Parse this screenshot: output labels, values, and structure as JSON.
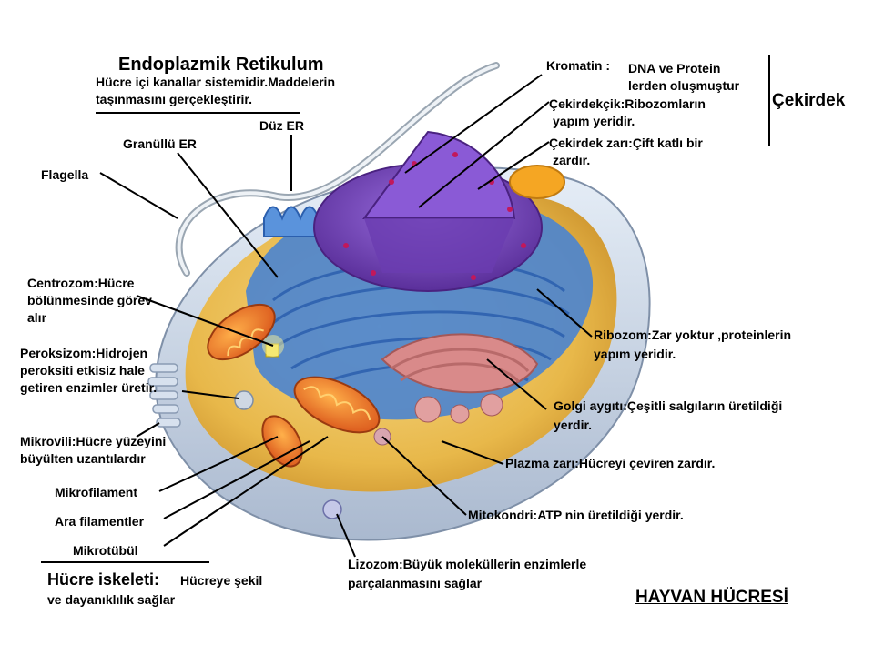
{
  "labels": {
    "er_title": "Endoplazmik Retikulum",
    "er_desc_1": "Hücre içi kanallar sistemidir.Maddelerin",
    "er_desc_2": "taşınmasını gerçekleştirir.",
    "duz_er": "Düz ER",
    "granullu_er": "Granüllü ER",
    "flagella": "Flagella",
    "centrozom_1": "Centrozom:Hücre",
    "centrozom_2": "bölünmesinde görev",
    "centrozom_3": "alır",
    "peroksizom_1": "Peroksizom:Hidrojen",
    "peroksizom_2": "peroksiti etkisiz hale",
    "peroksizom_3": "getiren enzimler üretir.",
    "mikrovili_1": "Mikrovili:Hücre yüzeyini",
    "mikrovili_2": "büyülten uzantılardır",
    "mikrofilament": "Mikrofilament",
    "ara_filamentler": "Ara filamentler",
    "mikrotubul": "Mikrotübül",
    "iskelet_title": "Hücre iskeleti:",
    "iskelet_desc_1": "Hücreye şekil",
    "iskelet_desc_2": "ve dayanıklılık sağlar",
    "kromatin": "Kromatin :",
    "kromatin_desc_1": "DNA ve Protein",
    "kromatin_desc_2": "lerden oluşmuştur",
    "cekirdekcik_1": "Çekirdekçik:Ribozomların",
    "cekirdekcik_2": "yapım yeridir.",
    "cekirdek_zari_1": "Çekirdek zarı:Çift katlı bir",
    "cekirdek_zari_2": "zardır.",
    "cekirdek": "Çekirdek",
    "ribozom_1": "Ribozom:Zar yoktur ,proteinlerin",
    "ribozom_2": "yapım yeridir.",
    "golgi_1": "Golgi aygıtı:Çeşitli salgıların üretildiği",
    "golgi_2": "yerdir.",
    "plazma": "Plazma zarı:Hücreyi çeviren zardır.",
    "mitokondri": "Mitokondri:ATP nin üretildiği yerdir.",
    "lizozom_1": "Lizozom:Büyük moleküllerin enzimlerle",
    "lizozom_2": "parçalanmasını sağlar",
    "hayvan": "HAYVAN HÜCRESİ"
  },
  "colors": {
    "cytoplasm": "#e8b84a",
    "membrane": "#c9d6e8",
    "er_blue": "#3f78c8",
    "nucleus_purple": "#7a4bc0",
    "golgi_pink": "#d98a8a",
    "mitochondria": "#f07a22"
  }
}
